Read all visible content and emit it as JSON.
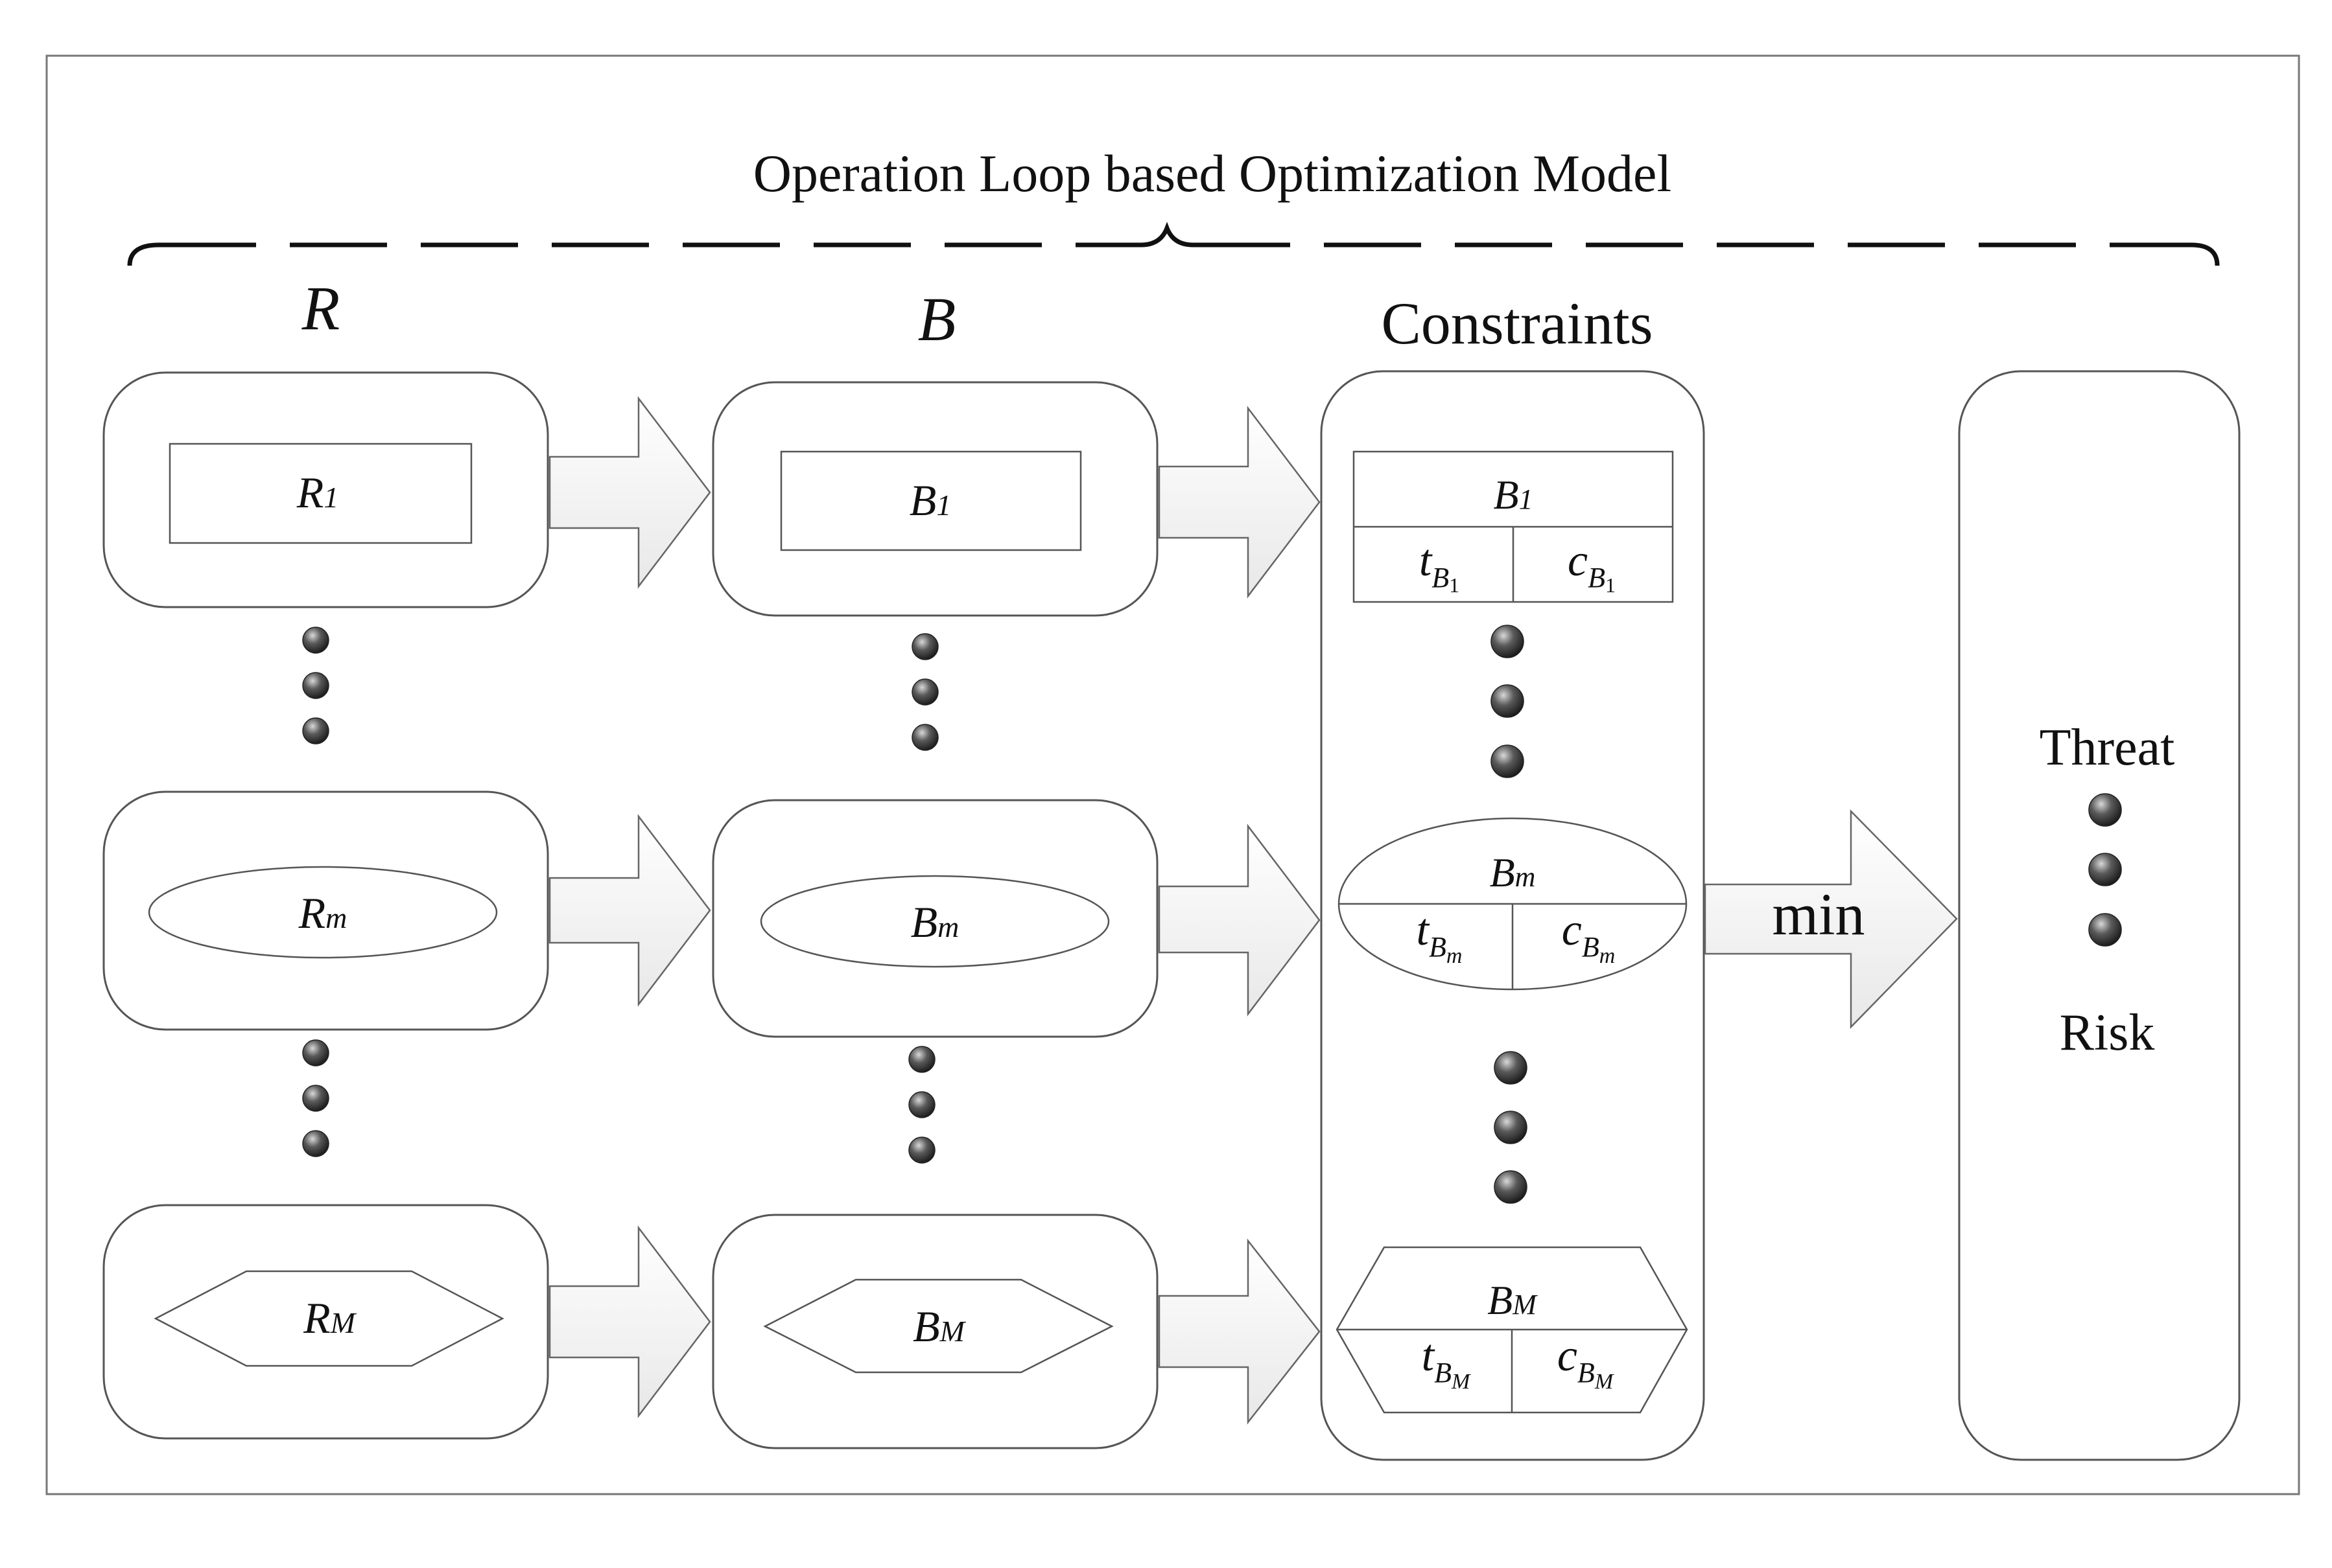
{
  "title": "Operation Loop based Optimization Model",
  "columns": {
    "r_header": "R",
    "b_header": "B",
    "constraints_header": "Constraints"
  },
  "rows": [
    {
      "r_label": "R",
      "r_sub": "1",
      "b_label": "B",
      "b_sub": "1",
      "shape": "rectangle"
    },
    {
      "r_label": "R",
      "r_sub": "m",
      "b_label": "B",
      "b_sub": "m",
      "shape": "ellipse"
    },
    {
      "r_label": "R",
      "r_sub": "M",
      "b_label": "B",
      "b_sub": "M",
      "shape": "hexagon"
    }
  ],
  "constraints": [
    {
      "b_label": "B",
      "b_sub": "1",
      "t_label": "t",
      "t_sub": "B",
      "t_subsub": "1",
      "c_label": "c",
      "c_sub": "B",
      "c_subsub": "1"
    },
    {
      "b_label": "B",
      "b_sub": "m",
      "t_label": "t",
      "t_sub": "B",
      "t_subsub": "m",
      "c_label": "c",
      "c_sub": "B",
      "c_subsub": "m"
    },
    {
      "b_label": "B",
      "b_sub": "M",
      "t_label": "t",
      "t_sub": "B",
      "t_subsub": "M",
      "c_label": "c",
      "c_sub": "B",
      "c_subsub": "M"
    }
  ],
  "objective": {
    "arrow_label": "min",
    "top_label": "Threat",
    "bottom_label": "Risk"
  },
  "colors": {
    "stroke": "#555555",
    "dot": "#3a3a3a",
    "arrow_fill": "#f2f2f2"
  }
}
